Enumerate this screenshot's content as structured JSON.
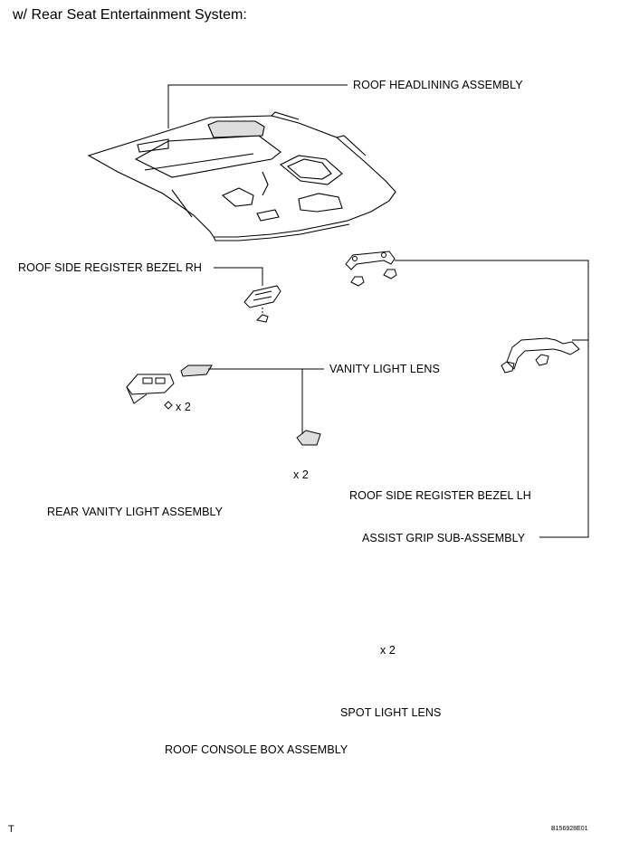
{
  "header": {
    "title": "w/ Rear Seat Entertainment System:"
  },
  "labels": {
    "roof_headlining": "ROOF HEADLINING ASSEMBLY",
    "roof_side_bezel_rh": "ROOF SIDE REGISTER BEZEL RH",
    "vanity_light_lens": "VANITY LIGHT LENS",
    "roof_side_bezel_lh": "ROOF SIDE REGISTER BEZEL LH",
    "rear_vanity_light": "REAR VANITY LIGHT ASSEMBLY",
    "assist_grip": "ASSIST GRIP SUB-ASSEMBLY",
    "spot_light_lens": "SPOT LIGHT LENS",
    "roof_console_box": "ROOF CONSOLE BOX ASSEMBLY"
  },
  "quantities": {
    "vanity_upper_screws": "x 2",
    "vanity_lower_screws": "x 2",
    "console_screws": "x 2"
  },
  "footer": {
    "left_mark": "T",
    "figure_code": "B156928E01"
  }
}
